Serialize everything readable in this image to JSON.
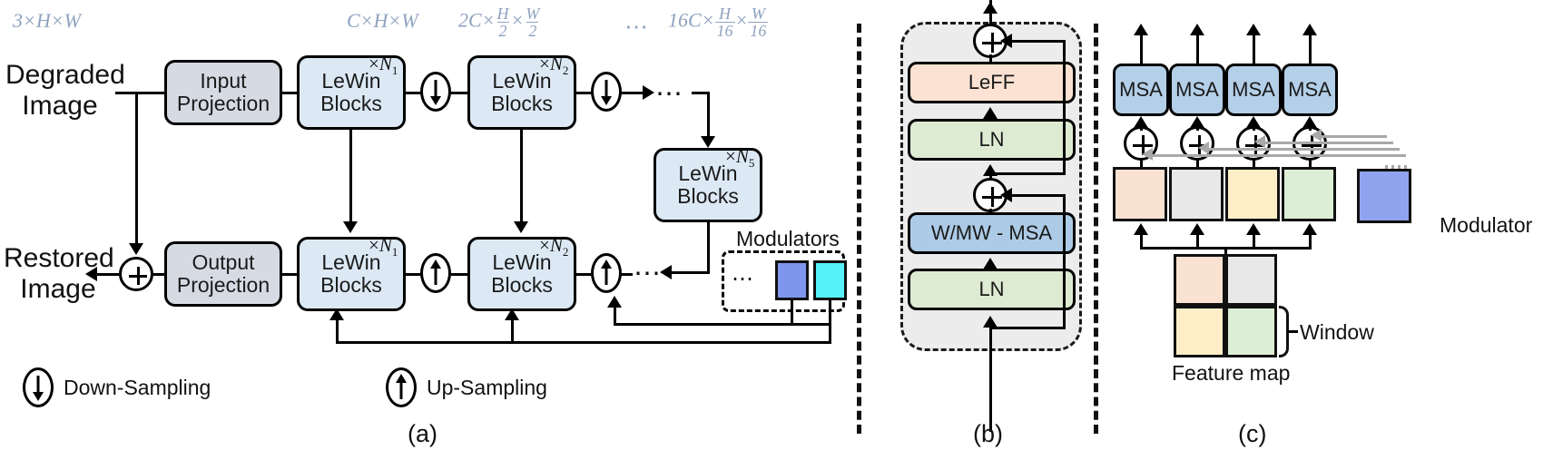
{
  "figure": {
    "panels": [
      {
        "id": "a",
        "label": "(a)"
      },
      {
        "id": "b",
        "label": "(b)"
      },
      {
        "id": "c",
        "label": "(c)"
      }
    ]
  },
  "panel_a": {
    "io": {
      "input_label_line1": "Degraded",
      "input_label_line2": "Image",
      "output_label_line1": "Restored",
      "output_label_line2": "Image"
    },
    "dims": [
      {
        "name": "input-dim",
        "text": "3×H×W"
      },
      {
        "name": "stage1-dim",
        "text": "C×H×W"
      },
      {
        "name": "stage2-dim",
        "prefix": "2C×",
        "num1": "H",
        "den1": "2",
        "num2": "W",
        "den2": "2"
      },
      {
        "name": "stage-ellipsis",
        "text": "⋯"
      },
      {
        "name": "bottleneck-dim",
        "prefix": "16C×",
        "num1": "H",
        "den1": "16",
        "num2": "W",
        "den2": "16"
      }
    ],
    "blocks": {
      "input_projection": {
        "line1": "Input",
        "line2": "Projection"
      },
      "output_projection": {
        "line1": "Output",
        "line2": "Projection"
      },
      "lewin": {
        "line1": "LeWin",
        "line2": "Blocks"
      },
      "repeats": {
        "enc1": "N1",
        "enc2": "N2",
        "bottleneck": "N5",
        "dec1": "N1",
        "dec2": "N2"
      }
    },
    "modulators": {
      "title": "Modulators",
      "ellipsis": "⋯",
      "swatch_1_color": "#7f96ee",
      "swatch_2_color": "#56f2f7"
    },
    "legend": {
      "down_sampling": "Down-Sampling",
      "up_sampling": "Up-Sampling"
    },
    "skip_ellipsis_top": "⋯",
    "skip_ellipsis_bottom": "⋯",
    "sum_symbol": "+"
  },
  "panel_b": {
    "blocks": [
      {
        "name": "leff",
        "label": "LeFF",
        "color": "#fbe2d2"
      },
      {
        "name": "ln-top",
        "label": "LN",
        "color": "#ddebd3"
      },
      {
        "name": "wmw-msa",
        "label": "W/MW - MSA",
        "color": "#adcbe6"
      },
      {
        "name": "ln-bottom",
        "label": "LN",
        "color": "#ddebd3"
      }
    ],
    "residual_symbol": "⊕"
  },
  "panel_c": {
    "msa_label": "MSA",
    "msa_count": 4,
    "add_symbol": "⊕",
    "window_tokens": [
      {
        "name": "token-1",
        "color": "#fae2d3"
      },
      {
        "name": "token-2",
        "color": "#e8e8e8"
      },
      {
        "name": "token-3",
        "color": "#fdeec7"
      },
      {
        "name": "token-4",
        "color": "#dceed6"
      }
    ],
    "modulator": {
      "label": "Modulator",
      "color": "#8fa3ef"
    },
    "feature_map": {
      "label": "Feature map",
      "cells": [
        {
          "name": "cell-top-left",
          "color": "#fae2d3"
        },
        {
          "name": "cell-top-right",
          "color": "#e8e8e8"
        },
        {
          "name": "cell-bottom-left",
          "color": "#fdeec7"
        },
        {
          "name": "cell-bottom-right",
          "color": "#dceed6"
        }
      ]
    },
    "window_label": "Window"
  }
}
